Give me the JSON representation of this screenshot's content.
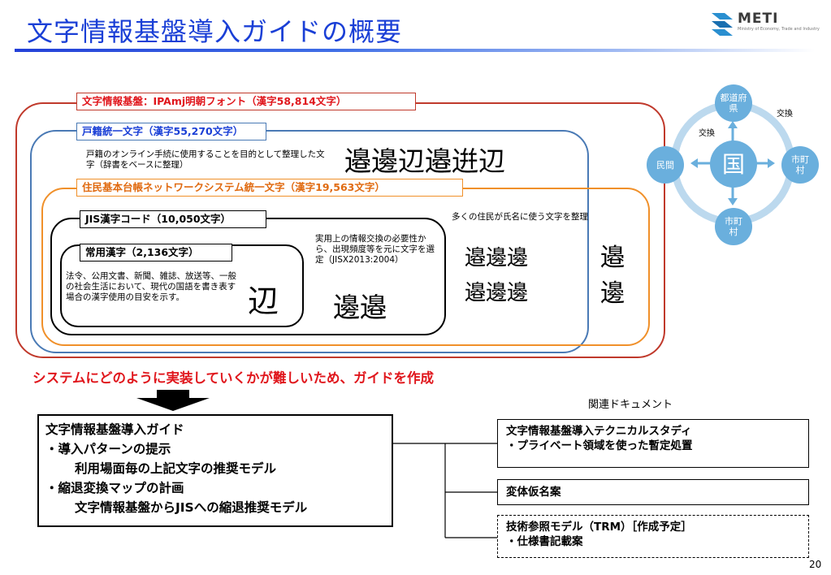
{
  "title": "文字情報基盤導入ガイドの概要",
  "logo": {
    "text": "METI",
    "sub": "Ministry of Economy, Trade and Industry"
  },
  "sets": {
    "ipamj": {
      "label": "文字情報基盤：IPAmj明朝フォント（漢字58,814文字）"
    },
    "koseki": {
      "label": "戸籍統一文字（漢字55,270文字）",
      "desc": "戸籍のオンライン手続に使用することを目的として整理した文字（辞書をベースに整理）",
      "kanji": "邉邊辺邉逬辺"
    },
    "juki": {
      "label": "住民基本台帳ネットワークシステム統一文字（漢字19,563文字）",
      "desc": "多くの住民が氏名に使う文字を整理",
      "kanji1": "邉邊邊",
      "kanji2": "邉邊邊",
      "kanji3": "邉",
      "kanji4": "邊"
    },
    "jis": {
      "label": "JIS漢字コード（10,050文字）",
      "desc": "実用上の情報交換の必要性から、出現頻度等を元に文字を選定（JISX2013:2004）",
      "kanji": "邊邉"
    },
    "joyo": {
      "label": "常用漢字（2,136文字）",
      "desc": "法令、公用文書、新聞、雑誌、放送等、一般の社会生活において、現代の国語を書き表す場合の漢字使用の目安を示す。",
      "kanji": "辺"
    }
  },
  "diagram": {
    "center": "国",
    "top": "都道府県",
    "left": "民間",
    "right": "市町村",
    "bottom": "市町村",
    "exchange1": "交換",
    "exchange2": "交換"
  },
  "message": "システムにどのように実装していくかが難しいため、ガイドを作成",
  "guide": {
    "lines": [
      "文字情報基盤導入ガイド",
      "・導入パターンの提示",
      "利用場面毎の上記文字の推奨モデル",
      "・縮退変換マップの計画",
      "文字情報基盤からJISへの縮退推奨モデル"
    ]
  },
  "related": {
    "heading": "関連ドキュメント",
    "doc1": [
      "文字情報基盤導入テクニカルスタディ",
      "・プライベート領域を使った暫定処置"
    ],
    "doc2": "変体仮名案",
    "doc3": [
      "技術参照モデル（TRM）［作成予定］",
      "・仕様書記載案"
    ]
  },
  "page_number": "20",
  "colors": {
    "title": "#1a3fd6",
    "ipamj": "#c0392b",
    "koseki": "#4a7ab5",
    "juki": "#f0902a",
    "node": "#6aafdd",
    "ring": "#bcd9ee",
    "message": "#e0161c"
  }
}
